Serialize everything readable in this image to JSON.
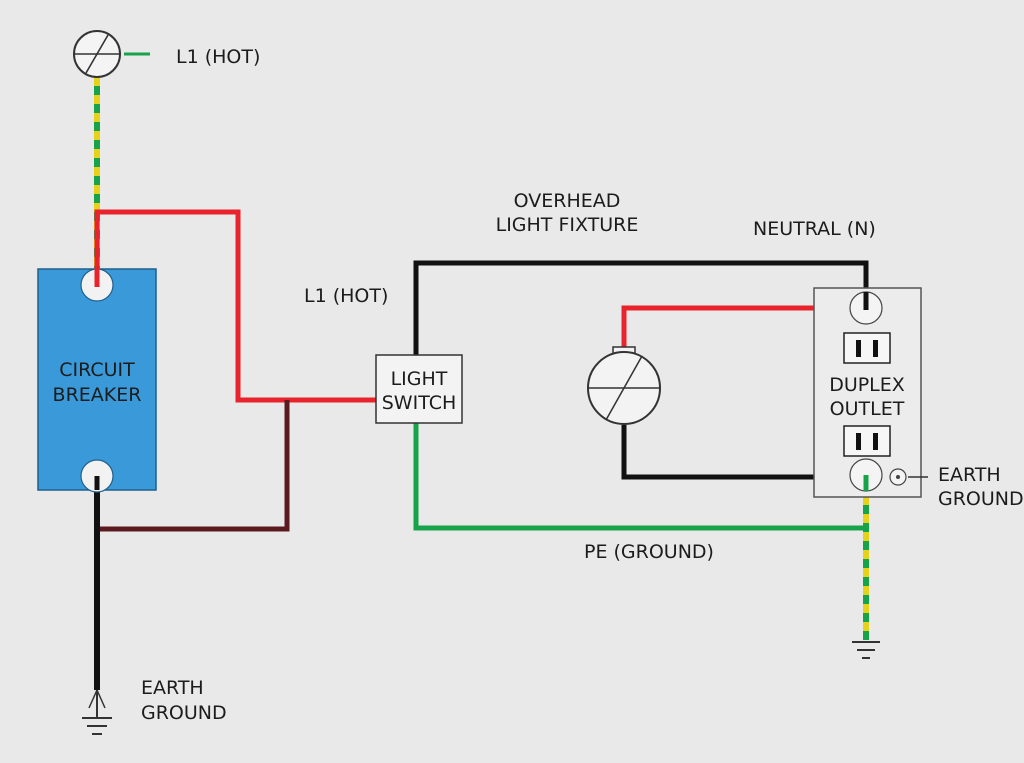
{
  "labels": {
    "l1_hot_top": "L1 (HOT)",
    "l1_hot_mid": "L1 (HOT)",
    "overhead_line1": "OVERHEAD",
    "overhead_line2": "LIGHT FIXTURE",
    "neutral": "NEUTRAL (N)",
    "breaker_line1": "CIRCUIT",
    "breaker_line2": "BREAKER",
    "switch_line1": "LIGHT",
    "switch_line2": "SWITCH",
    "outlet_line1": "DUPLEX",
    "outlet_line2": "OUTLET",
    "earth_right_line1": "EARTH",
    "earth_right_line2": "GROUND",
    "pe_ground": "PE (GROUND)",
    "earth_left_line1": "EARTH",
    "earth_left_line2": "GROUND"
  },
  "colors": {
    "background": "#e9e9e9",
    "hot": "#e8232b",
    "neutral": "#111111",
    "ground": "#16a34a",
    "ground_stripe": "#e6d21a",
    "return": "#5a1a1f",
    "breaker_fill": "#3a9ad9",
    "breaker_stroke": "#1f5f8c"
  }
}
